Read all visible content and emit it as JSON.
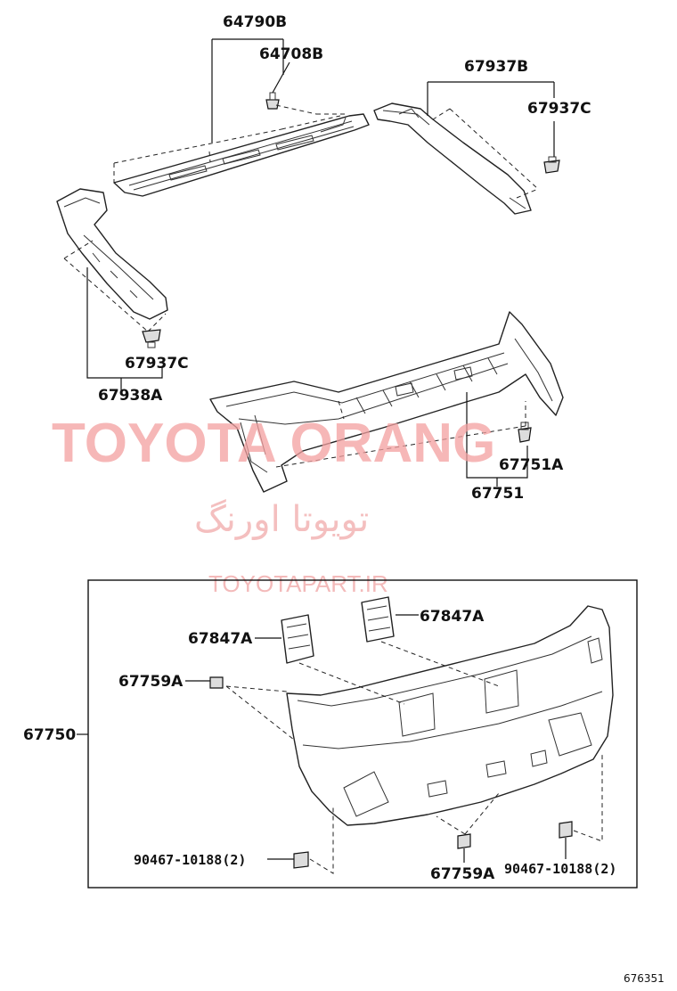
{
  "labels": {
    "p64790B": "64790B",
    "p64708B": "64708B",
    "p67937B": "67937B",
    "p67937C_right": "67937C",
    "p67937C_left": "67937C",
    "p67938A": "67938A",
    "p67751A": "67751A",
    "p67751": "67751",
    "p67847A_left": "67847A",
    "p67847A_right": "67847A",
    "p67759A_left": "67759A",
    "p67750": "67750",
    "p90467_left": "90467-10188(2)",
    "p67759A_bottom": "67759A",
    "p90467_right": "90467-10188(2)"
  },
  "watermark": {
    "brand": "TOYOTA ORANG",
    "persian": "تویوتا اورنگ",
    "url": "TOYOTAPART.IR"
  },
  "figure_number": "676351",
  "colors": {
    "line": "#222222",
    "watermark": "#f3a0a0"
  }
}
